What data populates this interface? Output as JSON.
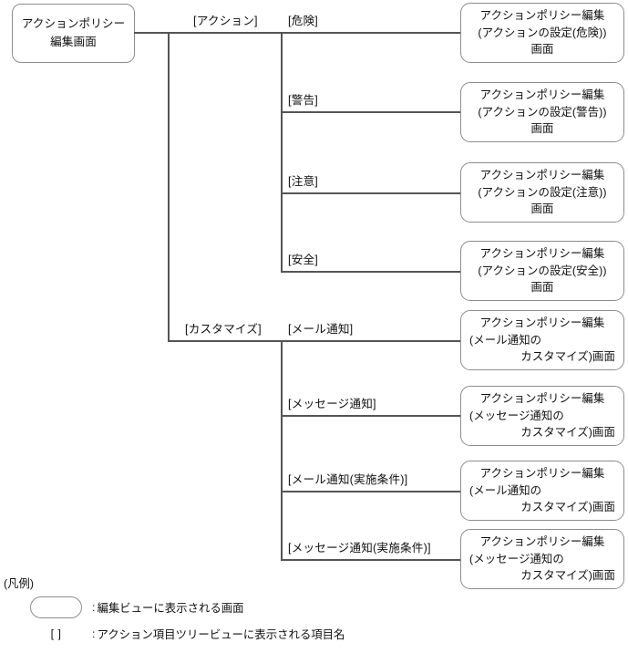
{
  "diagram": {
    "root": {
      "lines": [
        "アクションポリシー",
        "編集画面"
      ]
    },
    "branches": [
      {
        "label": "[アクション]",
        "children": [
          {
            "label": "[危険]",
            "screen": {
              "line1": "アクションポリシー編集",
              "line2": "(アクションの設定(危険))",
              "line3": "画面"
            }
          },
          {
            "label": "[警告]",
            "screen": {
              "line1": "アクションポリシー編集",
              "line2": "(アクションの設定(警告))",
              "line3": "画面"
            }
          },
          {
            "label": "[注意]",
            "screen": {
              "line1": "アクションポリシー編集",
              "line2": "(アクションの設定(注意))",
              "line3": "画面"
            }
          },
          {
            "label": "[安全]",
            "screen": {
              "line1": "アクションポリシー編集",
              "line2": "(アクションの設定(安全))",
              "line3": "画面"
            }
          }
        ]
      },
      {
        "label": "[カスタマイズ]",
        "children": [
          {
            "label": "[メール通知]",
            "screen": {
              "line1": "アクションポリシー編集",
              "line2": "(メール通知の",
              "line3": "カスタマイズ)画面"
            }
          },
          {
            "label": "[メッセージ通知]",
            "screen": {
              "line1": "アクションポリシー編集",
              "line2": "(メッセージ通知の",
              "line3": "カスタマイズ)画面"
            }
          },
          {
            "label": "[メール通知(実施条件)]",
            "screen": {
              "line1": "アクションポリシー編集",
              "line2": "(メール通知の",
              "line3": "カスタマイズ)画面"
            }
          },
          {
            "label": "[メッセージ通知(実施条件)]",
            "screen": {
              "line1": "アクションポリシー編集",
              "line2": "(メッセージ通知の",
              "line3": "カスタマイズ)画面"
            }
          }
        ]
      }
    ]
  },
  "legend": {
    "title": "(凡例)",
    "rows": [
      {
        "symbol": "",
        "colon": ":",
        "text": "編集ビューに表示される画面"
      },
      {
        "symbol": "[    ]",
        "colon": ":",
        "text": "アクション項目ツリービューに表示される項目名"
      }
    ]
  },
  "style": {
    "line_color": "#555555",
    "box_border_color": "#8d8d8d",
    "text_color": "#111111",
    "background": "#ffffff"
  }
}
